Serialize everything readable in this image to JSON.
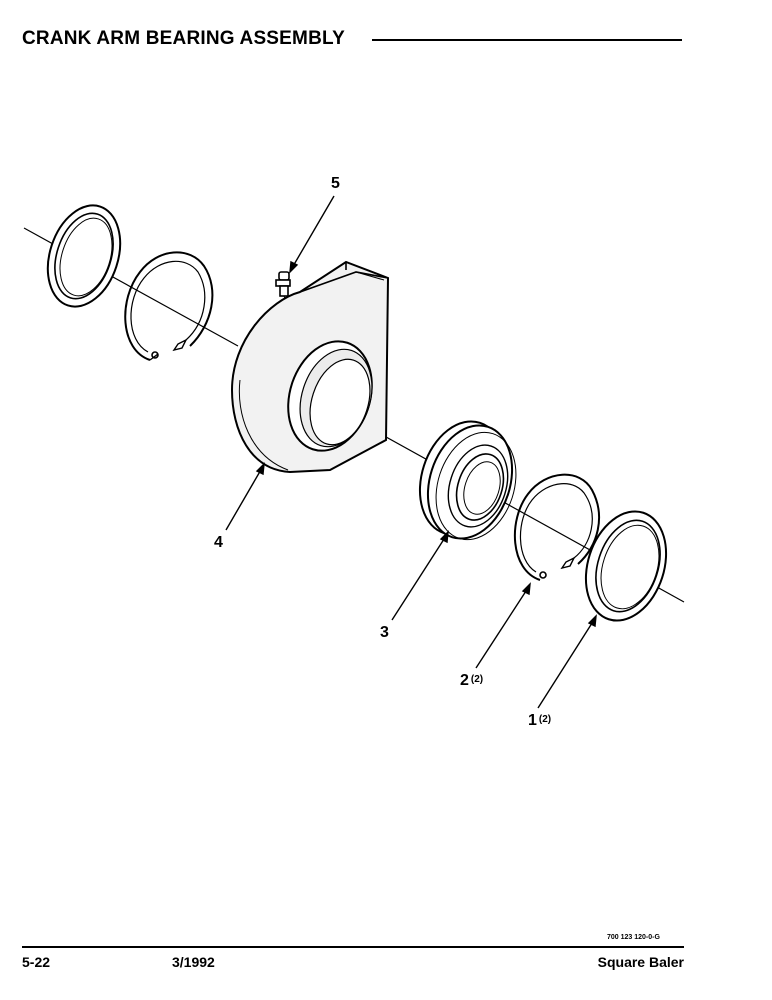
{
  "page": {
    "title": "CRANK ARM BEARING ASSEMBLY",
    "document_code": "700 123 120-0-G",
    "footer": {
      "page_number": "5-22",
      "date": "3/1992",
      "product": "Square Baler"
    }
  },
  "callouts": [
    {
      "number": "1",
      "qty": "(2)"
    },
    {
      "number": "2",
      "qty": "(2)"
    },
    {
      "number": "3",
      "qty": ""
    },
    {
      "number": "4",
      "qty": ""
    },
    {
      "number": "5",
      "qty": ""
    }
  ],
  "colors": {
    "line": "#000000",
    "shade": "#e6e6e6",
    "paper": "#ffffff"
  }
}
